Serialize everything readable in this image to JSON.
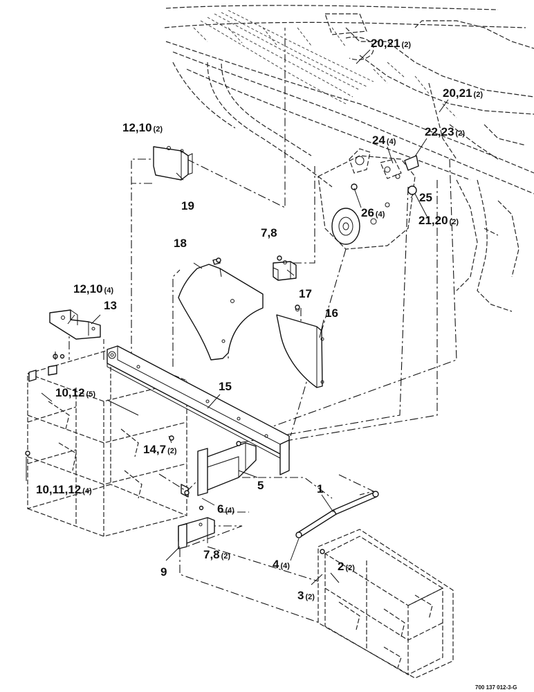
{
  "diagram": {
    "reference_number": "700 137 012-3-G",
    "callouts": [
      {
        "id": "c-20-21-top",
        "num": "20,21",
        "qty": "(2)"
      },
      {
        "id": "c-20-21-mid",
        "num": "20,21",
        "qty": "(2)"
      },
      {
        "id": "c-22-23",
        "num": "22,23",
        "qty": "(2)"
      },
      {
        "id": "c-24",
        "num": "24",
        "qty": "(4)"
      },
      {
        "id": "c-25",
        "num": "25",
        "qty": ""
      },
      {
        "id": "c-26",
        "num": "26",
        "qty": "(4)"
      },
      {
        "id": "c-21-20",
        "num": "21,20",
        "qty": "(2)"
      },
      {
        "id": "c-12-10-top",
        "num": "12,10",
        "qty": "(2)"
      },
      {
        "id": "c-19",
        "num": "19",
        "qty": ""
      },
      {
        "id": "c-18",
        "num": "18",
        "qty": ""
      },
      {
        "id": "c-7-8-top",
        "num": "7,8",
        "qty": ""
      },
      {
        "id": "c-17",
        "num": "17",
        "qty": ""
      },
      {
        "id": "c-12-10-mid",
        "num": "12,10",
        "qty": "(4)"
      },
      {
        "id": "c-13",
        "num": "13",
        "qty": ""
      },
      {
        "id": "c-16",
        "num": "16",
        "qty": ""
      },
      {
        "id": "c-15",
        "num": "15",
        "qty": ""
      },
      {
        "id": "c-10-12",
        "num": "10,12",
        "qty": "(5)"
      },
      {
        "id": "c-14-7",
        "num": "14,7",
        "qty": "(2)"
      },
      {
        "id": "c-5",
        "num": "5",
        "qty": ""
      },
      {
        "id": "c-10-11-12",
        "num": "10,11,12",
        "qty": "(4)"
      },
      {
        "id": "c-6",
        "num": "6",
        "qty": "(4)"
      },
      {
        "id": "c-1",
        "num": "1",
        "qty": ""
      },
      {
        "id": "c-9",
        "num": "9",
        "qty": ""
      },
      {
        "id": "c-7-8-bot",
        "num": "7,8",
        "qty": "(2)"
      },
      {
        "id": "c-4",
        "num": "4",
        "qty": "(4)"
      },
      {
        "id": "c-2",
        "num": "2",
        "qty": "(2)"
      },
      {
        "id": "c-3",
        "num": "3",
        "qty": "(2)"
      }
    ]
  }
}
